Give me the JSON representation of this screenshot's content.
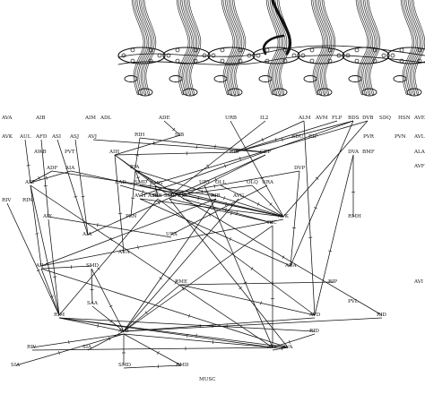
{
  "figure": {
    "bottom_label": "MUSC",
    "neurons": [
      {
        "id": "AVA_t",
        "label": "AVA"
      },
      {
        "id": "AVK_t",
        "label": "AVK"
      },
      {
        "id": "AIB",
        "label": "AIB"
      },
      {
        "id": "AIM",
        "label": "AIM"
      },
      {
        "id": "ADL",
        "label": "ADL"
      },
      {
        "id": "ADE",
        "label": "ADE"
      },
      {
        "id": "URB",
        "label": "URB"
      },
      {
        "id": "IL2",
        "label": "IL2"
      },
      {
        "id": "ALM",
        "label": "ALM"
      },
      {
        "id": "AVM",
        "label": "AVM"
      },
      {
        "id": "FLP",
        "label": "FLP"
      },
      {
        "id": "BDS",
        "label": "BDS"
      },
      {
        "id": "DVB",
        "label": "DVB"
      },
      {
        "id": "SDQ",
        "label": "SDQ"
      },
      {
        "id": "HSN",
        "label": "HSN"
      },
      {
        "id": "AVE_t",
        "label": "AVE"
      },
      {
        "id": "AUL",
        "label": "AUL"
      },
      {
        "id": "AFD",
        "label": "AFD"
      },
      {
        "id": "ASI",
        "label": "ASI"
      },
      {
        "id": "ASJ",
        "label": "ASJ"
      },
      {
        "id": "AVJ",
        "label": "AVJ"
      },
      {
        "id": "RIH",
        "label": "RIH"
      },
      {
        "id": "SIB",
        "label": "SIB"
      },
      {
        "id": "BDU",
        "label": "BDU"
      },
      {
        "id": "RIF",
        "label": "RIF"
      },
      {
        "id": "PVR",
        "label": "PVR"
      },
      {
        "id": "PVN",
        "label": "PVN"
      },
      {
        "id": "AVL",
        "label": "AVL"
      },
      {
        "id": "AWB",
        "label": "AWB"
      },
      {
        "id": "PVT",
        "label": "PVT"
      },
      {
        "id": "AIH",
        "label": "AIH"
      },
      {
        "id": "RIS",
        "label": "RIS"
      },
      {
        "id": "CEP",
        "label": "CEP"
      },
      {
        "id": "ALA",
        "label": "ALA"
      },
      {
        "id": "ADF",
        "label": "ADF"
      },
      {
        "id": "AIA",
        "label": "AIA"
      },
      {
        "id": "RIA",
        "label": "RIA"
      },
      {
        "id": "AIZ",
        "label": "AIZ"
      },
      {
        "id": "RAD",
        "label": "RAD"
      },
      {
        "id": "SMD",
        "label": "SMD"
      },
      {
        "id": "URY",
        "label": "URY"
      },
      {
        "id": "OLL",
        "label": "OLL"
      },
      {
        "id": "OLQ",
        "label": "OLQ"
      },
      {
        "id": "URA",
        "label": "URA"
      },
      {
        "id": "DVP",
        "label": "DVP"
      },
      {
        "id": "DVA",
        "label": "DVA"
      },
      {
        "id": "BMF",
        "label": "BMF"
      },
      {
        "id": "AVF",
        "label": "AVF"
      },
      {
        "id": "AVH",
        "label": "AVH"
      },
      {
        "id": "ASE",
        "label": "ASE"
      },
      {
        "id": "RMG",
        "label": "RMG"
      },
      {
        "id": "RIB",
        "label": "RIB"
      },
      {
        "id": "SMB",
        "label": "SMB"
      },
      {
        "id": "RIG",
        "label": "RIG"
      },
      {
        "id": "RIR",
        "label": "RIR"
      },
      {
        "id": "AVG",
        "label": "AVG"
      },
      {
        "id": "RIV",
        "label": "RIV"
      },
      {
        "id": "RIN",
        "label": "RIN"
      },
      {
        "id": "RIC",
        "label": "RIC"
      },
      {
        "id": "PLN",
        "label": "PLN"
      },
      {
        "id": "AUA",
        "label": "AUA"
      },
      {
        "id": "AIY",
        "label": "AIY"
      },
      {
        "id": "AIA2",
        "label": "AIA"
      },
      {
        "id": "URX",
        "label": "URX"
      },
      {
        "id": "AVK",
        "label": "AVK"
      },
      {
        "id": "RMH",
        "label": "RMH"
      },
      {
        "id": "AIJ",
        "label": "AIJ"
      },
      {
        "id": "ADA",
        "label": "ADA"
      },
      {
        "id": "SMD2",
        "label": "SMD"
      },
      {
        "id": "RME",
        "label": "RME"
      },
      {
        "id": "RIP",
        "label": "RIP"
      },
      {
        "id": "SAA",
        "label": "SAA"
      },
      {
        "id": "PVL",
        "label": "PVL"
      },
      {
        "id": "AVD",
        "label": "AVD"
      },
      {
        "id": "RIM",
        "label": "RIM"
      },
      {
        "id": "RID",
        "label": "RID"
      },
      {
        "id": "AVB",
        "label": "AVB"
      },
      {
        "id": "RID2",
        "label": "RID"
      },
      {
        "id": "RIV2",
        "label": "RIV"
      },
      {
        "id": "SIA",
        "label": "SIA"
      },
      {
        "id": "AVE",
        "label": "AVE"
      },
      {
        "id": "AVA",
        "label": "AVA"
      },
      {
        "id": "SIA2",
        "label": "SIA"
      },
      {
        "id": "SMD3",
        "label": "SMD"
      },
      {
        "id": "RMD",
        "label": "RMD"
      },
      {
        "id": "AVI",
        "label": "AVI"
      }
    ],
    "edges": [
      [
        "AIH",
        "SIB"
      ],
      [
        "AIH",
        "RIS"
      ],
      [
        "AIH",
        "RMG"
      ],
      [
        "AIH",
        "SMB"
      ],
      [
        "AIH",
        "AUA"
      ],
      [
        "ADE",
        "SIB"
      ],
      [
        "URB",
        "AVK"
      ],
      [
        "IL2",
        "SMB"
      ],
      [
        "ALM",
        "RIS"
      ],
      [
        "ALM",
        "AVD"
      ],
      [
        "FLP",
        "RIS"
      ],
      [
        "BDS",
        "RIS"
      ],
      [
        "BDS",
        "AVH"
      ],
      [
        "BDS",
        "ADA"
      ],
      [
        "DVB",
        "RMG"
      ],
      [
        "DVB",
        "AVK"
      ],
      [
        "AUL",
        "AIZ"
      ],
      [
        "AFD",
        "AIY"
      ],
      [
        "ASI",
        "AIA2"
      ],
      [
        "ASJ",
        "AIA2"
      ],
      [
        "AVJ",
        "CEP"
      ],
      [
        "RIH",
        "CEP"
      ],
      [
        "RIH",
        "RIA"
      ],
      [
        "CEP",
        "RIG"
      ],
      [
        "CEP",
        "AIA2"
      ],
      [
        "ADF",
        "RIR"
      ],
      [
        "ADF",
        "AIZ"
      ],
      [
        "AIA",
        "AIZ"
      ],
      [
        "AIA",
        "AVK"
      ],
      [
        "RIA",
        "SMD"
      ],
      [
        "RIA",
        "RID"
      ],
      [
        "RIA",
        "AVK"
      ],
      [
        "RIA",
        "PLN"
      ],
      [
        "RAD",
        "RIB"
      ],
      [
        "SMD",
        "AVK"
      ],
      [
        "URY",
        "AVE"
      ],
      [
        "OLL",
        "AVK"
      ],
      [
        "OLQ",
        "AVK"
      ],
      [
        "OLQ",
        "SMB"
      ],
      [
        "URA",
        "URX"
      ],
      [
        "DVP",
        "RIB"
      ],
      [
        "DVP",
        "ADA"
      ],
      [
        "DVA",
        "RMH"
      ],
      [
        "DVA",
        "AVD"
      ],
      [
        "AVH",
        "AVK"
      ],
      [
        "AVH",
        "ADA"
      ],
      [
        "RMG",
        "RIB"
      ],
      [
        "RMG",
        "AVK"
      ],
      [
        "RIB",
        "AVD"
      ],
      [
        "RIB",
        "RIM"
      ],
      [
        "SMB",
        "RIC"
      ],
      [
        "SMB",
        "AVA"
      ],
      [
        "RIG",
        "RIC"
      ],
      [
        "RIR",
        "AIJ"
      ],
      [
        "RIR",
        "AVB"
      ],
      [
        "AVG",
        "AVB"
      ],
      [
        "RIV",
        "RIM"
      ],
      [
        "RIC",
        "AVB"
      ],
      [
        "RIC",
        "AVE"
      ],
      [
        "AIY",
        "RIM"
      ],
      [
        "AIZ",
        "AIJ"
      ],
      [
        "AIZ",
        "RIM"
      ],
      [
        "AIZ",
        "AVE"
      ],
      [
        "AIJ",
        "RIM"
      ],
      [
        "AIJ",
        "SMD2"
      ],
      [
        "AIJ",
        "AVA"
      ],
      [
        "SMD2",
        "AVB"
      ],
      [
        "SMD2",
        "SAA"
      ],
      [
        "RME",
        "RIP"
      ],
      [
        "RME",
        "AVD"
      ],
      [
        "RME",
        "AVB"
      ],
      [
        "AVD",
        "AVB"
      ],
      [
        "RID",
        "AVB"
      ],
      [
        "RIM",
        "AVB"
      ],
      [
        "RIM",
        "AVA"
      ],
      [
        "RIM",
        "AVE"
      ],
      [
        "AVB",
        "RIV2"
      ],
      [
        "AVB",
        "AVE"
      ],
      [
        "AVB",
        "RMD"
      ],
      [
        "AVB",
        "SIA2"
      ],
      [
        "AVB",
        "SMD3"
      ],
      [
        "RID2",
        "AVE"
      ],
      [
        "SIA",
        "AVB"
      ],
      [
        "AVE",
        "AVA"
      ],
      [
        "SMD3",
        "RMD"
      ],
      [
        "RIM",
        "RID2"
      ],
      [
        "RIV2",
        "AVA"
      ],
      [
        "SAA",
        "AVB"
      ],
      [
        "AVK",
        "AIJ"
      ],
      [
        "URX",
        "AIY"
      ]
    ]
  }
}
